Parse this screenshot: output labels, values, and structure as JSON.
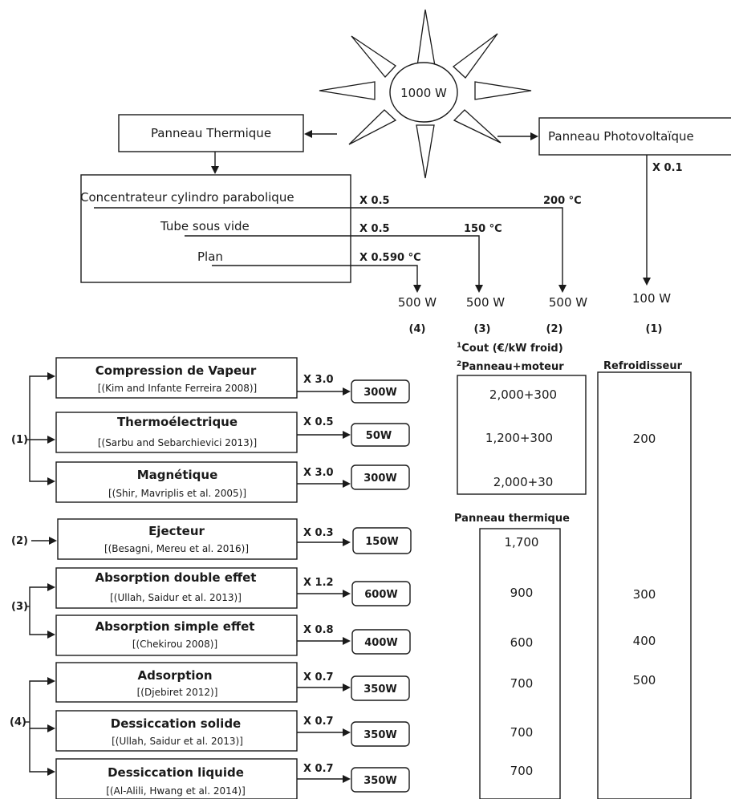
{
  "sun": {
    "label": "1000 W"
  },
  "panels": {
    "thermal": "Panneau Thermique",
    "pv": "Panneau Photovoltaïque",
    "pv_factor": "X 0.1"
  },
  "collectors": [
    {
      "name": "Concentrateur cylindro parabolique",
      "factor": "X 0.5",
      "temp": "200 °C",
      "output": "500 W",
      "index": "(2)"
    },
    {
      "name": "Tube sous vide",
      "factor": "X 0.5",
      "temp": "150 °C",
      "output": "500 W",
      "index": "(3)"
    },
    {
      "name": "Plan",
      "factor": "X 0.5",
      "temp": "90 °C",
      "output": "500 W",
      "index": "(4)"
    }
  ],
  "pv_output": {
    "power": "100 W",
    "index": "(1)"
  },
  "cost_header": {
    "line1_sup": "1",
    "line1": "Cout (€/kW froid)",
    "line2_sup": "2",
    "line2": "Panneau+moteur",
    "refroidisseur": "Refroidisseur",
    "panneau_thermique": "Panneau thermique"
  },
  "pv_costs": [
    "2,000+300",
    "1,200+300",
    "2,000+30"
  ],
  "thermal_costs": [
    "1,700",
    "900",
    "600",
    "700",
    "700",
    "700"
  ],
  "refroidisseur_costs": [
    "200",
    "300",
    "400",
    "500"
  ],
  "groups": [
    {
      "label": "(1)",
      "machines": [
        {
          "name": "Compression de Vapeur",
          "ref": "[(Kim and Infante Ferreira 2008)]",
          "factor": "X 3.0",
          "output": "300W"
        },
        {
          "name": "Thermoélectrique",
          "ref": "[(Sarbu and Sebarchievici 2013)]",
          "factor": "X 0.5",
          "output": "50W"
        },
        {
          "name": "Magnétique",
          "ref": "[(Shir, Mavriplis et al. 2005)]",
          "factor": "X 3.0",
          "output": "300W"
        }
      ]
    },
    {
      "label": "(2)",
      "machines": [
        {
          "name": "Ejecteur",
          "ref": "[(Besagni, Mereu et al. 2016)]",
          "factor": "X 0.3",
          "output": "150W"
        }
      ]
    },
    {
      "label": "(3)",
      "machines": [
        {
          "name": "Absorption double effet",
          "ref": "[(Ullah, Saidur et al. 2013)]",
          "factor": "X 1.2",
          "output": "600W"
        },
        {
          "name": "Absorption simple effet",
          "ref": "[(Chekirou 2008)]",
          "factor": "X 0.8",
          "output": "400W"
        }
      ]
    },
    {
      "label": "(4)",
      "machines": [
        {
          "name": "Adsorption",
          "ref": "[(Djebiret 2012)]",
          "factor": "X 0.7",
          "output": "350W"
        },
        {
          "name": "Dessiccation solide",
          "ref": "[(Ullah, Saidur et al. 2013)]",
          "factor": "X 0.7",
          "output": "350W"
        },
        {
          "name": "Dessiccation liquide",
          "ref": "[(Al-Alili, Hwang et al. 2014)]",
          "factor": "X 0.7",
          "output": "350W"
        }
      ]
    }
  ]
}
